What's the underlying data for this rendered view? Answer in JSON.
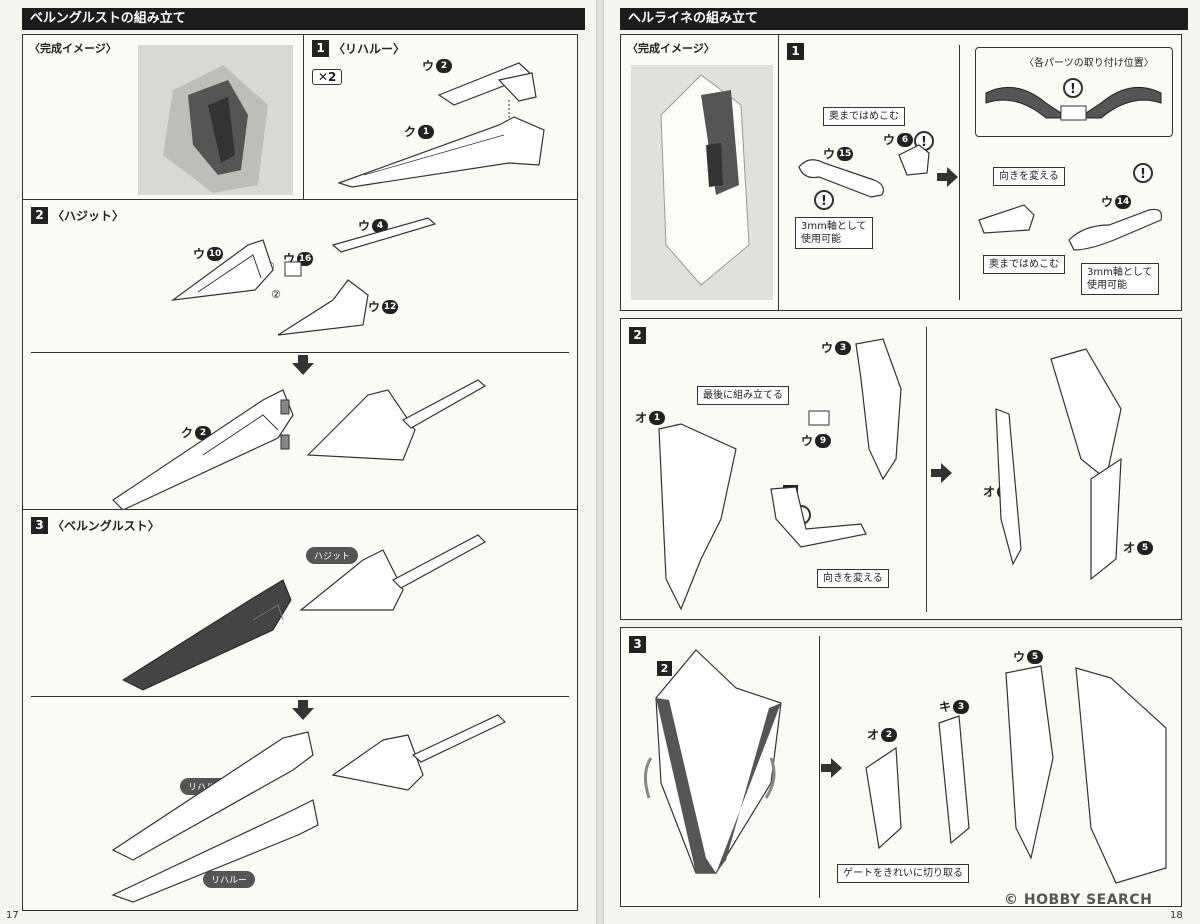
{
  "left": {
    "section_title": "ベルングルストの組み立て",
    "completed_label": "〈完成イメージ〉",
    "step1": {
      "num": "1",
      "title": "〈リハルー〉",
      "multiplier": "✕2",
      "parts": [
        {
          "letter": "ウ",
          "num": "2"
        },
        {
          "letter": "ク",
          "num": "1"
        }
      ]
    },
    "step2": {
      "num": "2",
      "title": "〈ハジット〉",
      "parts": [
        {
          "letter": "ウ",
          "num": "4"
        },
        {
          "letter": "ウ",
          "num": "10"
        },
        {
          "letter": "ウ",
          "num": "16"
        },
        {
          "letter": "ウ",
          "num": "12"
        },
        {
          "letter": "ク",
          "num": "2"
        }
      ],
      "order_marks": [
        "①",
        "②"
      ]
    },
    "step3": {
      "num": "3",
      "title": "〈ベルングルスト〉",
      "pill_hajit": "ハジット",
      "pill_rihalu_1": "リハルー",
      "pill_rihalu_2": "リハルー"
    },
    "page_number": "17"
  },
  "right": {
    "section_title": "ヘルライネの組み立て",
    "completed_label": "〈完成イメージ〉",
    "step1": {
      "num": "1",
      "callout_press": "奥まではめこむ",
      "callout_3mm": "3mm軸として\n使用可能",
      "callout_turn": "向きを変える",
      "callout_press_2": "奥まではめこむ",
      "callout_3mm_2": "3mm軸として\n使用可能",
      "position_box": "〈各パーツの取り付け位置〉",
      "parts": [
        {
          "letter": "ウ",
          "num": "15"
        },
        {
          "letter": "ウ",
          "num": "6"
        },
        {
          "letter": "ウ",
          "num": "14"
        }
      ]
    },
    "step2": {
      "num": "2",
      "callout_last": "最後に組み立てる",
      "callout_turn": "向きを変える",
      "sub_step": "1",
      "parts": [
        {
          "letter": "ウ",
          "num": "3"
        },
        {
          "letter": "オ",
          "num": "1"
        },
        {
          "letter": "ウ",
          "num": "9"
        },
        {
          "letter": "オ",
          "num": "4"
        },
        {
          "letter": "オ",
          "num": "5"
        }
      ]
    },
    "step3": {
      "num": "3",
      "sub_step": "2",
      "callout_gate": "ゲートをきれいに切り取る",
      "parts": [
        {
          "letter": "ウ",
          "num": "5"
        },
        {
          "letter": "オ",
          "num": "2"
        },
        {
          "letter": "キ",
          "num": "3"
        }
      ]
    },
    "page_number": "18"
  },
  "watermark": "© HOBBY SEARCH"
}
